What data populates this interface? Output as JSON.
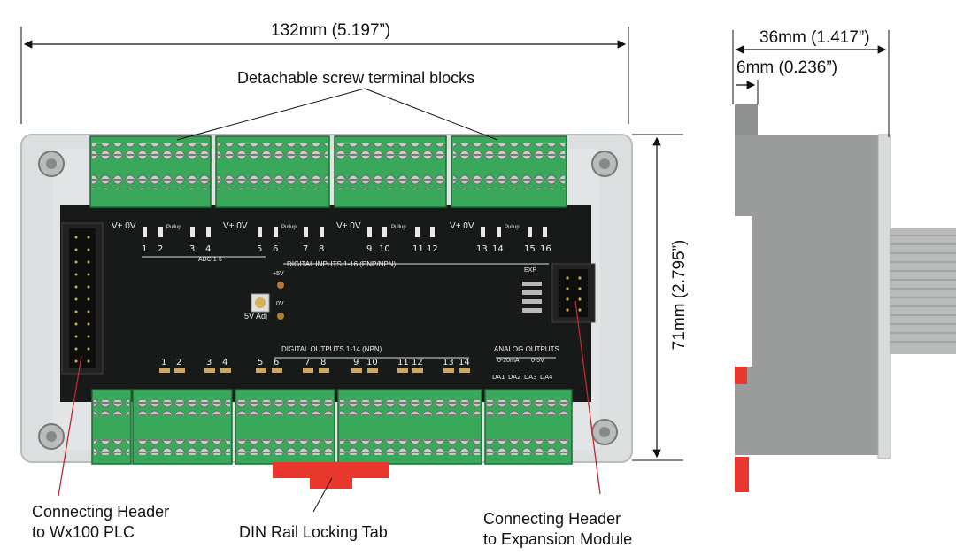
{
  "dimensions": {
    "width": "132mm (5.197”)",
    "height": "71mm (2.795”)",
    "depth": "36mm (1.417”)",
    "tab": "6mm (0.236”)"
  },
  "callouts": {
    "terminal_blocks": "Detachable screw terminal blocks",
    "header_plc_line1": "Connecting Header",
    "header_plc_line2": "to Wx100 PLC",
    "din_rail": "DIN Rail Locking Tab",
    "header_exp_line1": "Connecting Header",
    "header_exp_line2": "to Expansion Module"
  },
  "board": {
    "adc_label": "ADC 1-6",
    "digital_inputs": "DIGITAL INPUTS 1-16 (PNP/NPN)",
    "digital_outputs": "DIGITAL OUTPUTS 1-14 (NPN)",
    "analog_outputs": "ANALOG OUTPUTS",
    "range_ma": "0-20mA",
    "range_v": "0-5V",
    "adj_label": "5V Adj",
    "exp_label": "EXP",
    "plus5v": "+5V",
    "zero_v": "0V",
    "input_numbers_top": [
      "1",
      "2",
      "3",
      "4",
      "5",
      "6",
      "7",
      "8",
      "9",
      "10",
      "11",
      "12",
      "13",
      "14",
      "15",
      "16"
    ],
    "output_numbers": [
      "1",
      "2",
      "3",
      "4",
      "5",
      "6",
      "7",
      "8",
      "9",
      "10",
      "11",
      "12",
      "13",
      "14"
    ],
    "da_labels": [
      "DA1",
      "DA2",
      "DA3",
      "DA4"
    ],
    "vplus_0v": "V+ 0V",
    "pullup": "Pullup"
  },
  "colors": {
    "terminal_green": "#3aa85a",
    "pcb": "#1a1a1a",
    "enclosure": "#d8dcdc",
    "din_tab": "#e8382e",
    "side_body": "#9a9c9c",
    "callout_line": "#c0282a"
  }
}
